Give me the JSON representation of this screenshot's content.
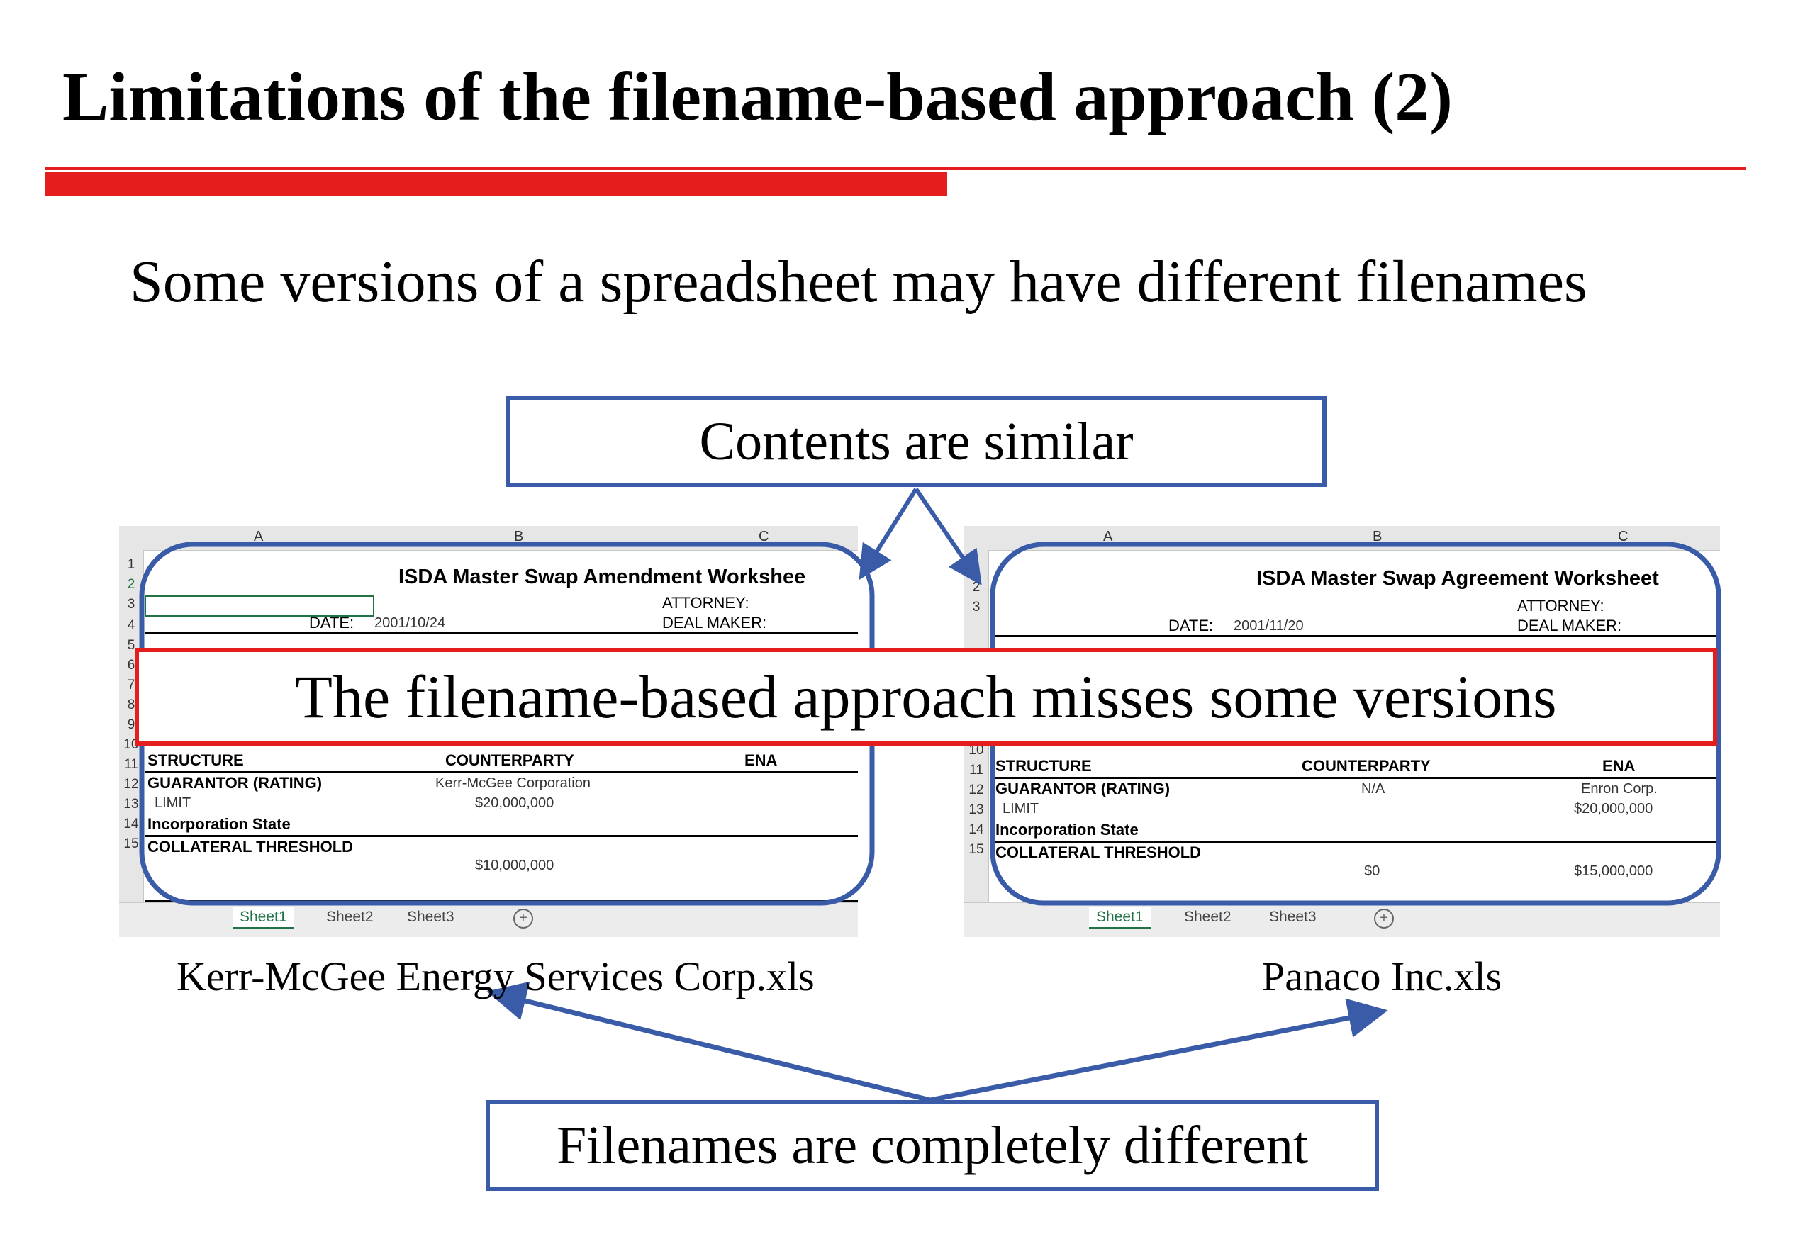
{
  "slide": {
    "title": "Limitations of the filename-based approach (2)",
    "subtitle": "Some versions of a spreadsheet may have different filenames",
    "callout_similar": "Contents are similar",
    "callout_misses": "The filename-based approach misses some versions",
    "callout_different": "Filenames are completely different"
  },
  "left_sheet": {
    "filename": "Kerr-McGee Energy Services Corp.xls",
    "col_headers": [
      "A",
      "B",
      "C"
    ],
    "title": "ISDA Master Swap Amendment Workshee",
    "attorney_label": "ATTORNEY:",
    "date_label": "DATE:",
    "date_value": "2001/10/24",
    "deal_maker_label": "DEAL MAKER:",
    "structure_label": "STRUCTURE",
    "counterparty_label": "COUNTERPARTY",
    "ena_label": "ENA",
    "guarantor_label": "GUARANTOR (RATING)",
    "guarantor_counterparty": "Kerr-McGee Corporation",
    "guarantor_ena": "",
    "limit_label": "LIMIT",
    "limit_counterparty": "$20,000,000",
    "limit_ena": "",
    "incorporation_label": "Incorporation State",
    "collateral_label": "COLLATERAL  THRESHOLD",
    "threshold_counterparty": "$10,000,000",
    "threshold_ena": "",
    "tabs": [
      "Sheet1",
      "Sheet2",
      "Sheet3"
    ]
  },
  "right_sheet": {
    "filename": "Panaco Inc.xls",
    "col_headers": [
      "A",
      "B",
      "C"
    ],
    "title": "ISDA Master Swap Agreement Worksheet",
    "attorney_label": "ATTORNEY:",
    "date_label": "DATE:",
    "date_value": "2001/11/20",
    "deal_maker_label": "DEAL MAKER:",
    "structure_label": "STRUCTURE",
    "counterparty_label": "COUNTERPARTY",
    "ena_label": "ENA",
    "guarantor_label": "GUARANTOR (RATING)",
    "guarantor_counterparty": "N/A",
    "guarantor_ena": "Enron Corp.",
    "limit_label": "LIMIT",
    "limit_counterparty": "",
    "limit_ena": "$20,000,000",
    "incorporation_label": "Incorporation State",
    "collateral_label": "COLLATERAL  THRESHOLD",
    "threshold_counterparty": "$0",
    "threshold_ena": "$15,000,000",
    "tabs": [
      "Sheet1",
      "Sheet2",
      "Sheet3"
    ]
  },
  "row_numbers": [
    "1",
    "2",
    "3",
    "4",
    "5",
    "6",
    "7",
    "8",
    "9",
    "10",
    "11",
    "12",
    "13",
    "14",
    "15"
  ],
  "colors": {
    "callout_border": "#3a5ba8",
    "highlight_red": "#e51d1d",
    "excel_green": "#217346"
  }
}
